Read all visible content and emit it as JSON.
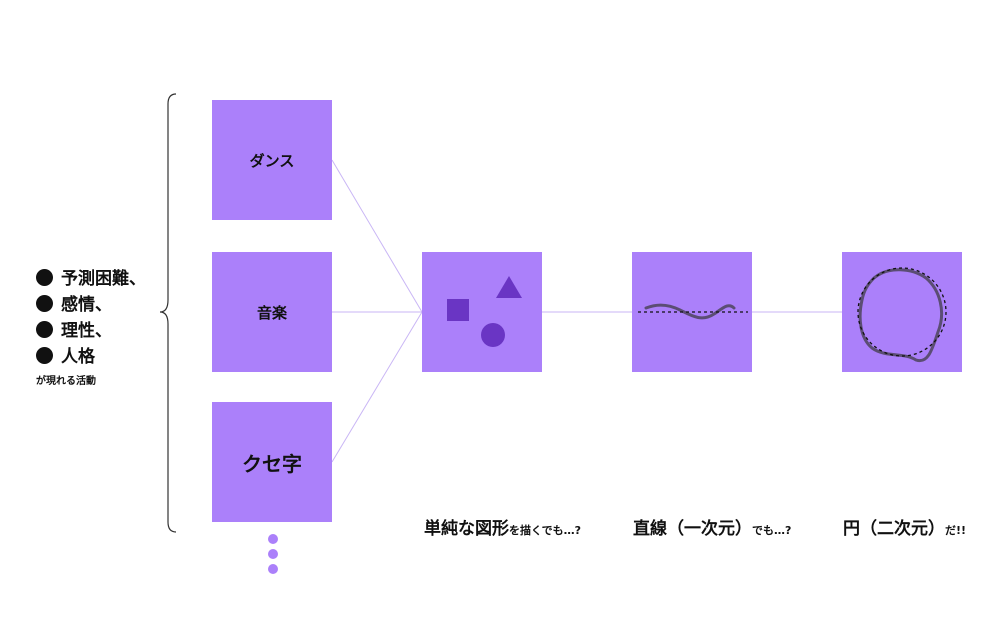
{
  "colors": {
    "box": "#ab80fa",
    "shape": "#6a35c4",
    "connector": "#c9b6f5",
    "curve": "#5b4d74",
    "text": "#111111"
  },
  "left_panel": {
    "items": [
      "予測困難、",
      "感情、",
      "理性、",
      "人格"
    ],
    "footnote": "が現れる活動"
  },
  "activities": [
    {
      "label": "ダンス"
    },
    {
      "label": "音楽"
    },
    {
      "label": "クセ字"
    }
  ],
  "stages": {
    "shapes": {
      "big": "単純な図形",
      "small": "を描くでも…?"
    },
    "line": {
      "big": "直線（一次元）",
      "small": "でも…?"
    },
    "circle": {
      "big": "円（二次元）",
      "small": "だ!!"
    }
  },
  "icons": {
    "shapes_box": [
      "square-icon",
      "triangle-icon",
      "circle-icon"
    ],
    "line_box": [
      "wavy-line-icon",
      "dashed-line-icon"
    ],
    "circle_box": [
      "hand-drawn-circle-icon",
      "dashed-circle-icon"
    ]
  }
}
